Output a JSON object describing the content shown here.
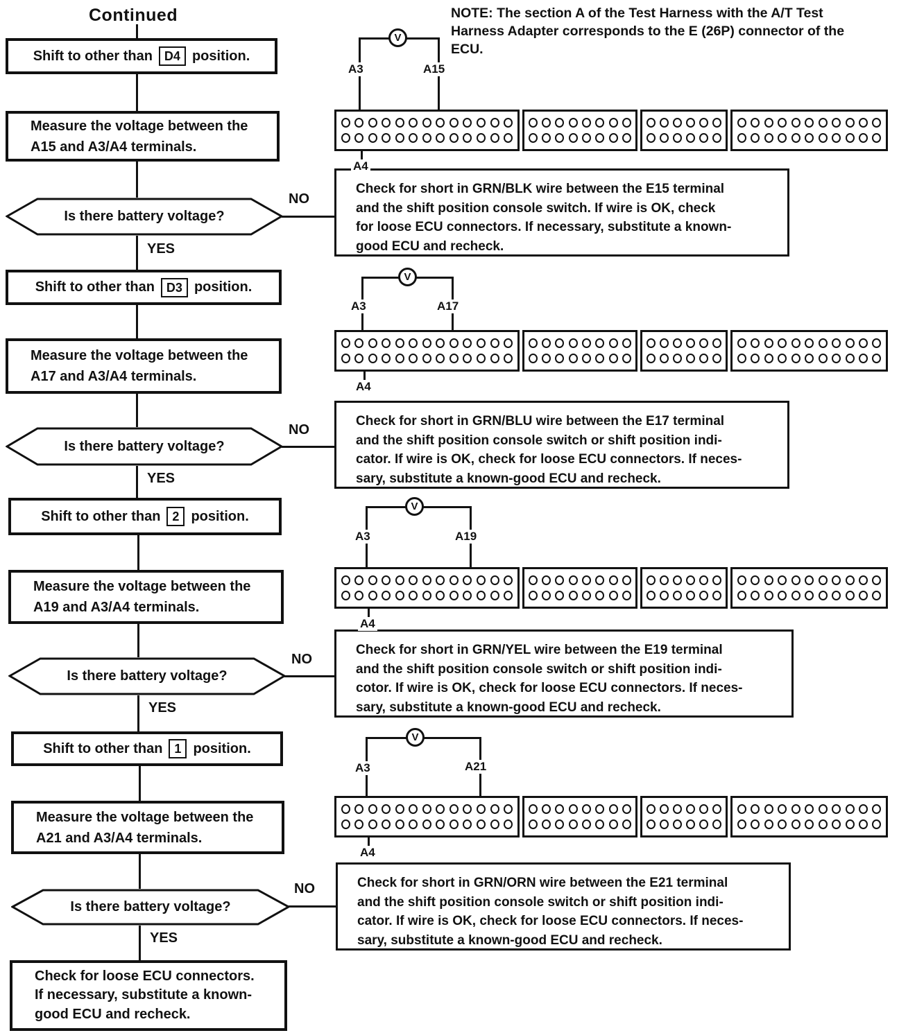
{
  "title": "Continued",
  "note": "NOTE:  The section A of the Test Harness with the A/T Test\nHarness Adapter corresponds to the E (26P) connector of the\nECU.",
  "labels": {
    "yes": "YES",
    "no": "NO",
    "voltmeter": "V"
  },
  "connector": {
    "pins_per_section": [
      13,
      8,
      6,
      11
    ],
    "rows_per_section": 2
  },
  "steps": [
    {
      "shift_pre": "Shift to other than",
      "shift_key": "D4",
      "shift_post": "position.",
      "measure": "Measure the voltage between the\nA15 and A3/A4 terminals.",
      "decision": "Is there battery voltage?",
      "no_action": "Check for short in GRN/BLK wire between the E15 terminal\nand the shift position console switch. If wire is OK, check\nfor loose ECU connectors. If necessary, substitute a known-\ngood ECU and recheck.",
      "meter": {
        "left_terminal": "A3",
        "right_terminal": "A15",
        "below_terminal": "A4"
      }
    },
    {
      "shift_pre": "Shift to other than",
      "shift_key": "D3",
      "shift_post": "position.",
      "measure": "Measure the voltage between the\nA17 and A3/A4 terminals.",
      "decision": "Is there battery voltage?",
      "no_action": "Check for short in GRN/BLU wire between the E17 terminal\nand the shift position console switch or shift position indi-\ncator. If wire is OK, check for loose ECU connectors. If neces-\nsary, substitute a known-good ECU and recheck.",
      "meter": {
        "left_terminal": "A3",
        "right_terminal": "A17",
        "below_terminal": "A4"
      }
    },
    {
      "shift_pre": "Shift to other than",
      "shift_key": "2",
      "shift_post": "position.",
      "measure": "Measure the voltage between the\nA19 and A3/A4 terminals.",
      "decision": "Is there battery voltage?",
      "no_action": "Check for short in GRN/YEL wire between the E19 terminal\nand the shift position console switch or shift position indi-\ncotor. If wire is OK, check for loose ECU connectors. If neces-\nsary, substitute a known-good ECU and recheck.",
      "meter": {
        "left_terminal": "A3",
        "right_terminal": "A19",
        "below_terminal": "A4"
      }
    },
    {
      "shift_pre": "Shift to other than",
      "shift_key": "1",
      "shift_post": "position.",
      "measure": "Measure the voltage between the\nA21 and A3/A4 terminals.",
      "decision": "Is there battery voltage?",
      "no_action": "Check for short in GRN/ORN wire between the E21 terminal\nand the shift position console switch or shift position indi-\ncator. If wire is OK, check for loose ECU connectors. If neces-\nsary, substitute a known-good ECU and recheck.",
      "meter": {
        "left_terminal": "A3",
        "right_terminal": "A21",
        "below_terminal": "A4"
      }
    }
  ],
  "final_action": "Check for loose ECU connectors.\nIf necessary, substitute a known-\ngood ECU and recheck."
}
